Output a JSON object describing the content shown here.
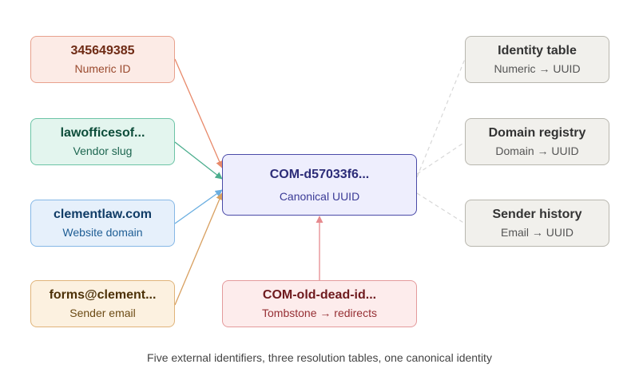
{
  "nodes": {
    "numeric": {
      "title": "345649385",
      "subtitle": "Numeric ID"
    },
    "vendor": {
      "title": "lawofficesof...",
      "subtitle": "Vendor slug"
    },
    "website": {
      "title": "clementlaw.com",
      "subtitle": "Website domain"
    },
    "sender": {
      "title": "forms@clement...",
      "subtitle": "Sender email"
    },
    "canonical": {
      "title": "COM-d57033f6...",
      "subtitle": "Canonical UUID"
    },
    "tombstone": {
      "title": "COM-old-dead-id...",
      "subtitle": "Tombstone → redirects"
    },
    "identity_table": {
      "title": "Identity table",
      "subtitle": "Numeric → UUID"
    },
    "domain_registry": {
      "title": "Domain registry",
      "subtitle": "Domain → UUID"
    },
    "sender_history": {
      "title": "Sender history",
      "subtitle": "Email → UUID"
    }
  },
  "caption": "Five external identifiers, three resolution tables, one canonical identity",
  "colors": {
    "numeric": "#e8896a",
    "vendor": "#4cae8e",
    "website": "#6aaee0",
    "sender": "#d8a060",
    "tombstone": "#e68a8e",
    "dashed": "#d8d8d8"
  }
}
